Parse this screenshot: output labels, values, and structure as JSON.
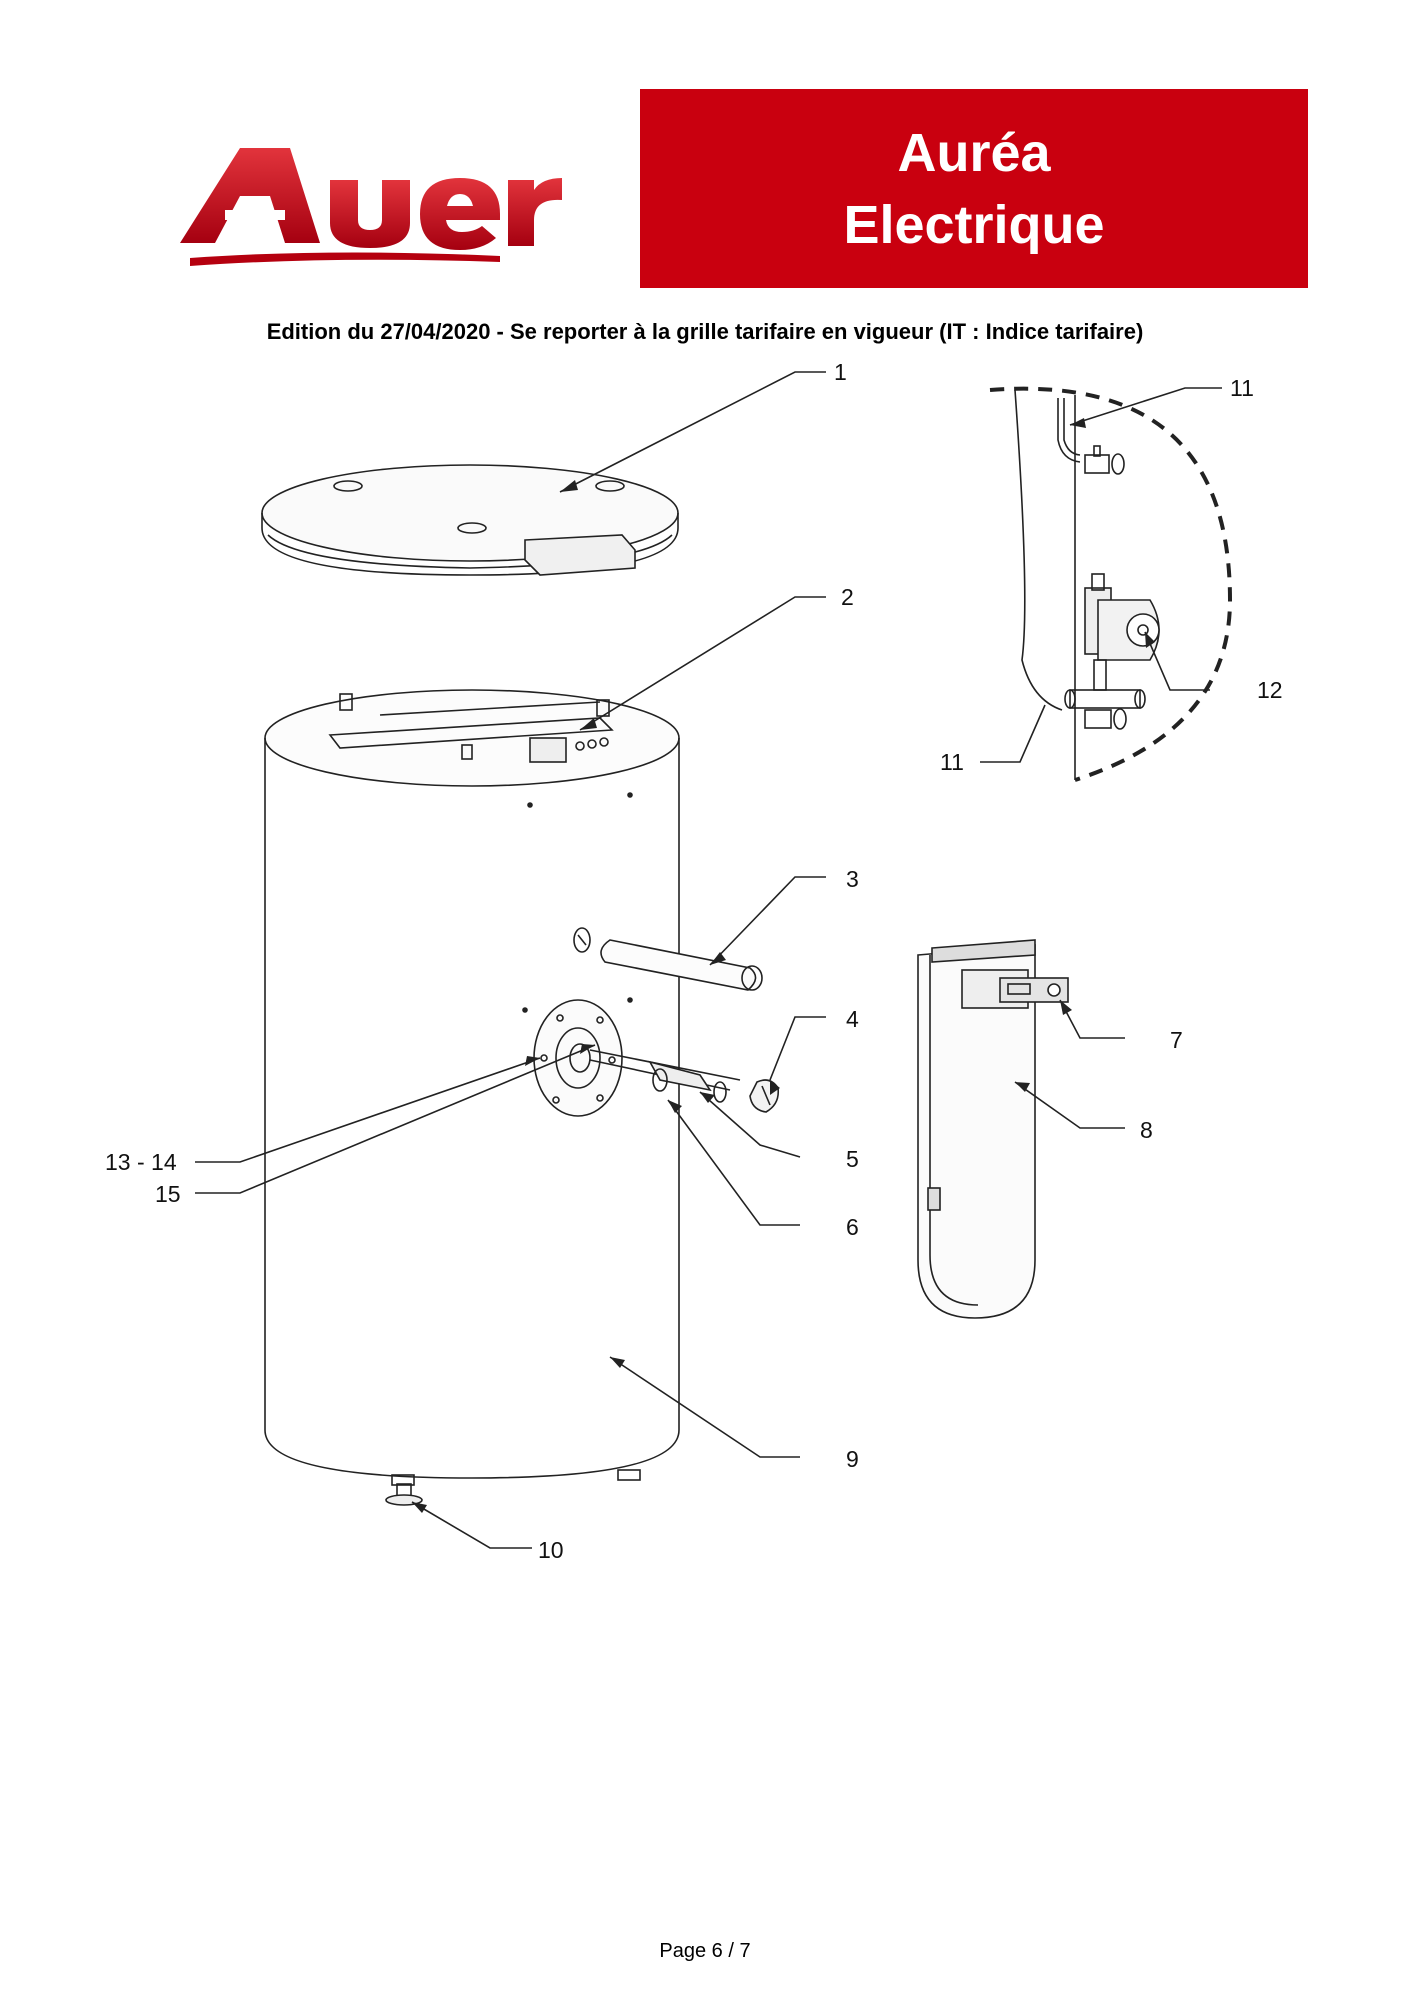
{
  "header": {
    "logo_text": "Auer",
    "title_line1": "Auréa",
    "title_line2": "Electrique",
    "brand_color": "#c9000f"
  },
  "edition_text": "Edition du 27/04/2020 - Se reporter à la grille tarifaire en vigueur (IT : Indice tarifaire)",
  "callouts": {
    "c1": "1",
    "c2": "2",
    "c3": "3",
    "c4": "4",
    "c5": "5",
    "c6": "6",
    "c7": "7",
    "c8": "8",
    "c9": "9",
    "c10": "10",
    "c11a": "11",
    "c11b": "11",
    "c12": "12",
    "c13_14": "13 - 14",
    "c15": "15"
  },
  "footer": {
    "page": "Page 6 / 7"
  }
}
